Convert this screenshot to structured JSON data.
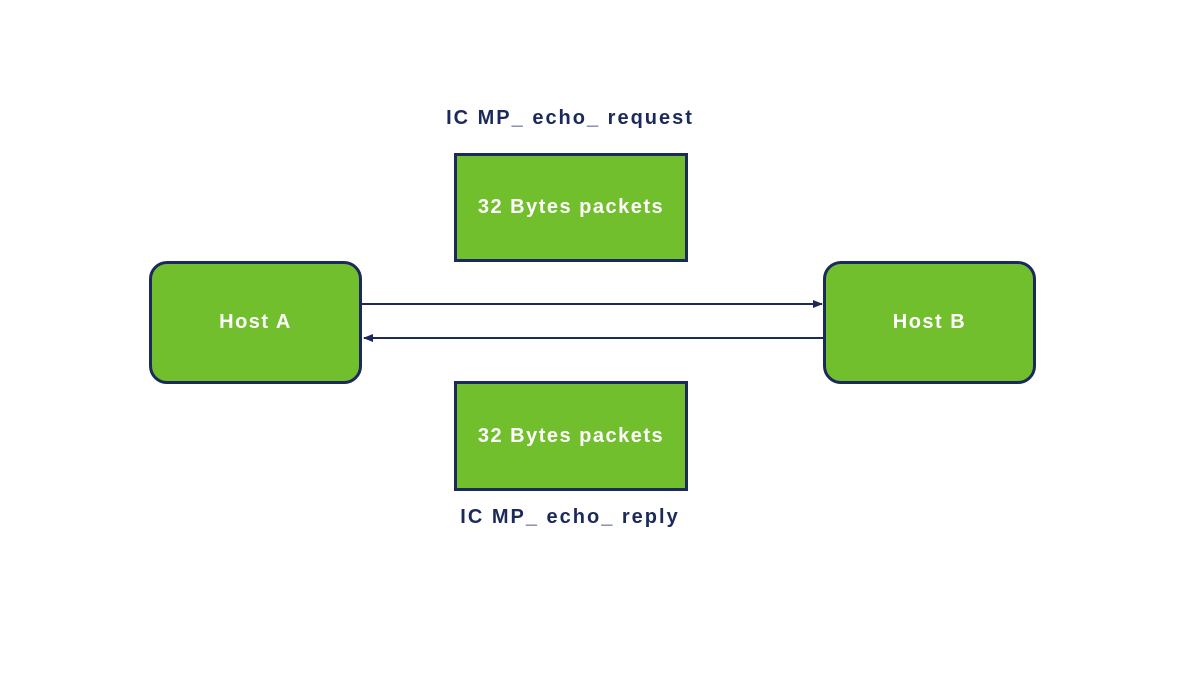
{
  "hosts": {
    "a": "Host A",
    "b": "Host B"
  },
  "request": {
    "label": "IC MP_ echo_ request",
    "packet": "32 Bytes packets"
  },
  "reply": {
    "label": "IC MP_ echo_ reply",
    "packet": "32 Bytes packets"
  },
  "colors": {
    "box_fill": "#72bf2e",
    "outline": "#1b2a5b",
    "text_on_box": "#ffffff",
    "label_text": "#1b2a5b",
    "background": "#ffffff"
  }
}
